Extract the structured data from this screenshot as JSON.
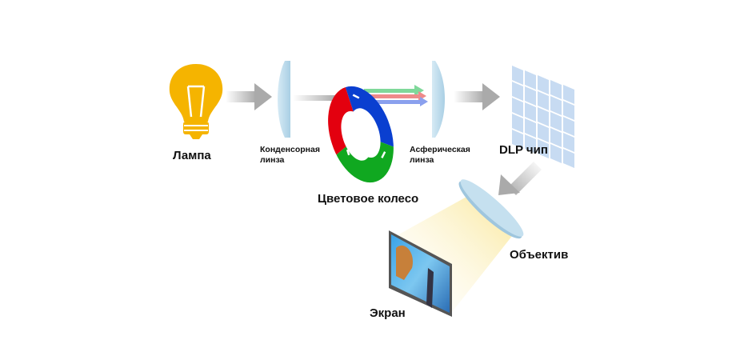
{
  "labels": {
    "lamp": "Лампа",
    "condenser_lens_line1": "Конденсорная",
    "condenser_lens_line2": "линза",
    "color_wheel": "Цветовое колесо",
    "aspheric_lens_line1": "Асферическая",
    "aspheric_lens_line2": "линза",
    "dlp_chip": "DLP чип",
    "objective": "Объектив",
    "screen": "Экран"
  },
  "colors": {
    "bulb": "#f5b400",
    "lens": "#b8d8ea",
    "wheel_red": "#e3000f",
    "wheel_blue": "#0a3fd0",
    "wheel_green": "#10a820",
    "arrow_gray": "#b8b8b8",
    "beam_yellow": "#fbecaa",
    "chip": "#c7dbf2"
  }
}
